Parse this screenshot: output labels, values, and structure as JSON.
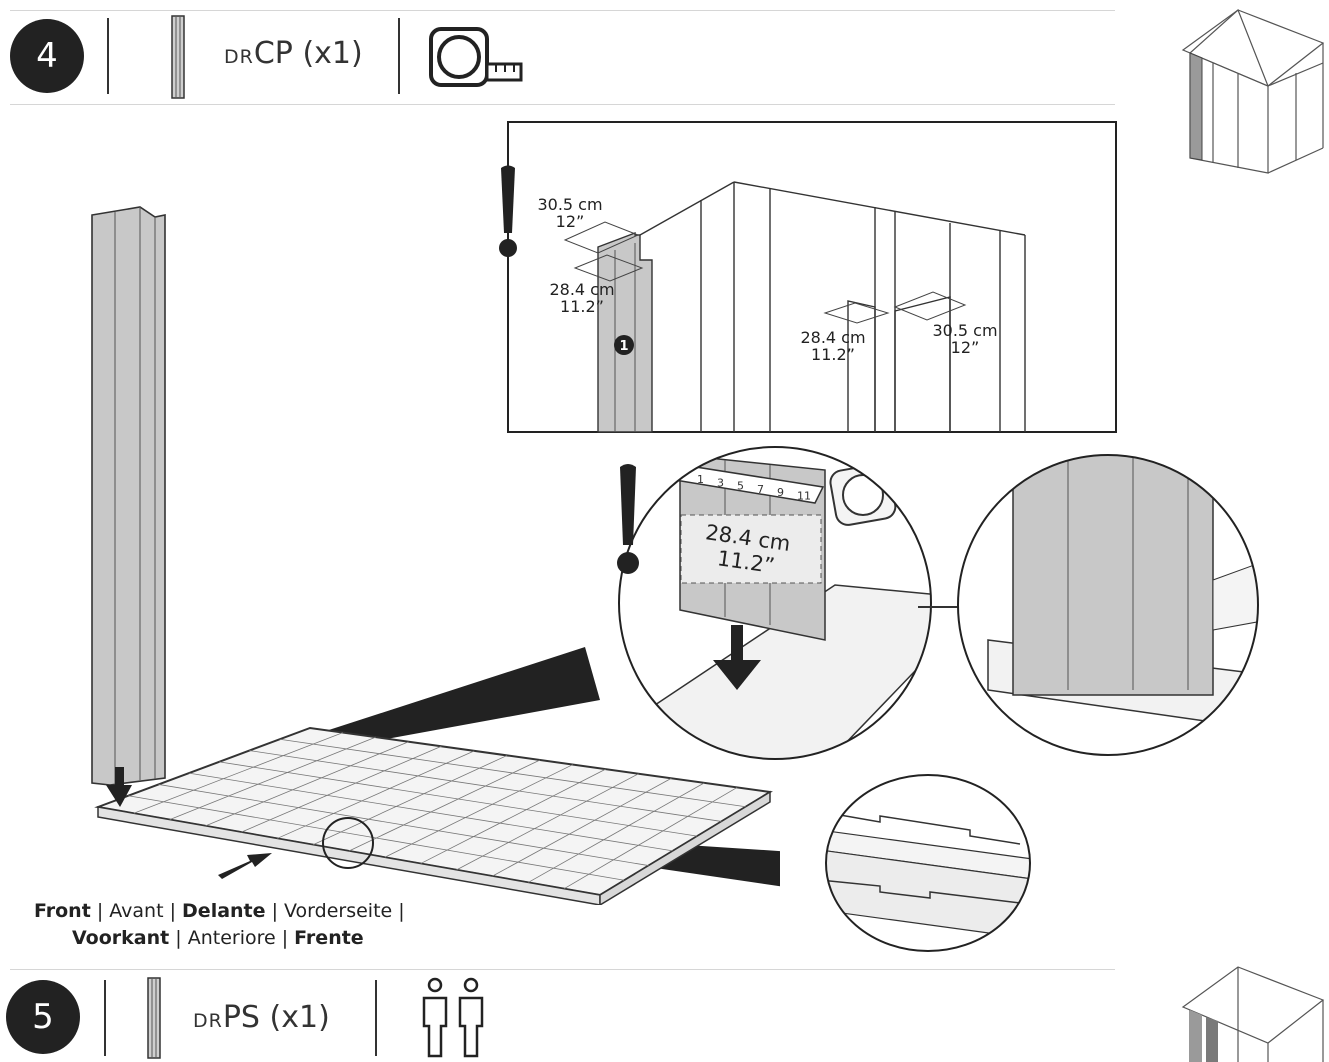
{
  "step4": {
    "number": "4",
    "part_prefix": "DR",
    "part_code": "CP",
    "part_qty": "(x1)",
    "tool_icon": "tape-measure-icon"
  },
  "step5": {
    "number": "5",
    "part_prefix": "DR",
    "part_code": "PS",
    "part_qty": "(x1)",
    "people_icon": "two-people-icon"
  },
  "detail": {
    "left_top_cm": "30.5 cm",
    "left_top_in": "12”",
    "left_bottom_cm": "28.4 cm",
    "left_bottom_in": "11.2”",
    "callout_number": "1",
    "right_a_cm": "28.4 cm",
    "right_a_in": "11.2”",
    "right_b_cm": "30.5 cm",
    "right_b_in": "12”"
  },
  "measure": {
    "cm": "28.4 cm",
    "in": "11.2”",
    "tape_ticks": [
      "1",
      "3",
      "5",
      "7",
      "9",
      "11"
    ]
  },
  "caption": {
    "w1": "Front",
    "w2": "Avant",
    "w3": "Delante",
    "w4": "Vorderseite",
    "w5": "Voorkant",
    "w6": "Anteriore",
    "w7": "Frente"
  },
  "colors": {
    "panel_gray": "#c8c8c8",
    "dark": "#222222",
    "line": "#333333"
  }
}
